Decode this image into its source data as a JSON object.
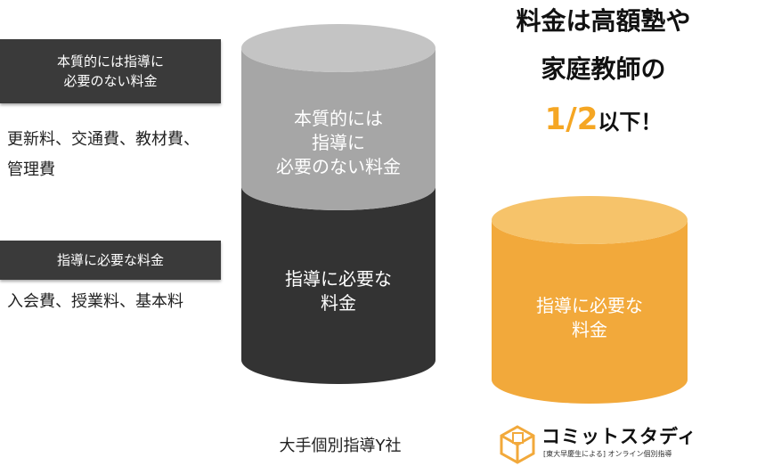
{
  "left_panel": {
    "box_a_lines": [
      "本質的には指導に",
      "必要のない料金"
    ],
    "desc_a": "更新料、交通費、教材費、\n管理費",
    "box_b": "指導に必要な料金",
    "desc_b": "入会費、授業料、基本料"
  },
  "big_cylinder": {
    "top_label": "本質的には\n指導に\n必要のない料金",
    "bottom_label": "指導に必要な\n料金",
    "caption": "大手個別指導Y社",
    "colors": {
      "top": "#a6a6a6",
      "top_cap": "#c4c4c4",
      "bottom": "#333333"
    }
  },
  "small_cylinder": {
    "label": "指導に必要な\n料金",
    "colors": {
      "body": "#f2a93b",
      "cap": "#f6c36a"
    }
  },
  "headline": {
    "line1": "料金は高額塾や",
    "line2": "家庭教師の",
    "fraction": "1/2",
    "suffix": "以下！",
    "accent": "#f5a623"
  },
  "logo": {
    "name": "コミットスタディ",
    "tagline": "[東大早慶生による] オンライン個別指導"
  }
}
